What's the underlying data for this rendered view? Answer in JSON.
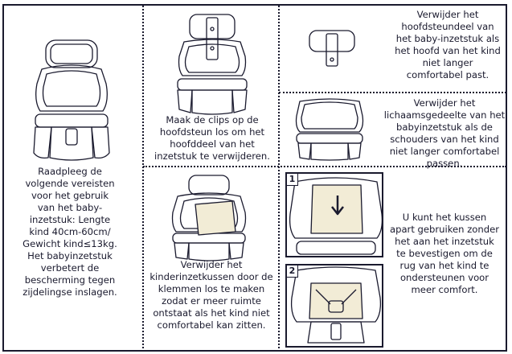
{
  "panels": {
    "left_text": "Raadpleeg de volgende vereisten voor het gebruik van het baby-inzetstuk: Lengte kind 40cm-60cm/ Gewicht kind≤13kg. Het babyinzetstuk verbetert de bescherming tegen zijdelingse inslagen.",
    "mid_top_text": "Maak de clips op de hoofdsteun los om het hoofddeel van het inzetstuk te verwijderen.",
    "mid_bottom_text": "Verwijder het kinderinzetkussen door de klemmen los te maken zodat er meer ruimte ontstaat als het kind niet comfortabel kan zitten.",
    "right_top_text": "Verwijder het hoofdsteundeel van het baby-inzetstuk als het hoofd van het kind niet langer comfortabel past.",
    "right_mid_text": "Verwijder het lichaamsgedeelte van het babyinzetstuk als de schouders van het kind niet langer comfortabel passen.",
    "right_bottom_text": "U kunt het kussen apart gebruiken zonder het aan het inzetstuk te bevestigen om de rug van het kind te ondersteunen voor meer comfort.",
    "step1_label": "1",
    "step2_label": "2"
  },
  "colors": {
    "ink": "#1a1a2e",
    "cushion": "#f2ecd6"
  },
  "icons": [
    "baby-insert-illustration",
    "headrest-illustration",
    "cushion-illustration",
    "arrow-down-icon"
  ]
}
